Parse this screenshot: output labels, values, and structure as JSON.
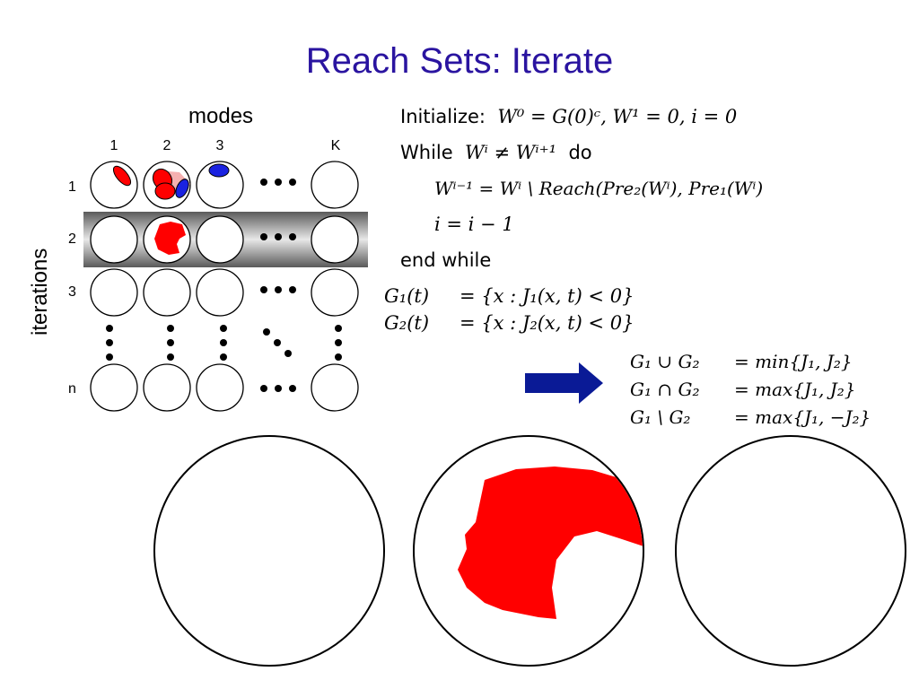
{
  "slide": {
    "title": "Reach Sets:  Iterate"
  },
  "grid": {
    "axis_modes": "modes",
    "axis_iterations": "iterations",
    "col_labels": [
      "1",
      "2",
      "3",
      "K"
    ],
    "row_labels": [
      "1",
      "2",
      "3",
      "n"
    ]
  },
  "algorithm": {
    "line1_word": "Initialize:",
    "line1_math": "W⁰ = G(0)ᶜ, W¹ = 0, i = 0",
    "line2_word_a": "While",
    "line2_math": "Wⁱ ≠ Wⁱ⁺¹",
    "line2_word_b": "do",
    "line3_math": "Wⁱ⁻¹ = Wⁱ \\ Reach(Pre₂(Wⁱ), Pre₁(Wⁱ)",
    "line4_math": "i = i − 1",
    "line5_word": "end while"
  },
  "definitions": {
    "g1_lhs": "G₁(t)",
    "g1_rhs": "= {x : J₁(x, t) < 0}",
    "g2_lhs": "G₂(t)",
    "g2_rhs": "= {x : J₂(x, t) < 0}"
  },
  "set_ops": {
    "union_lhs": "G₁ ∪ G₂",
    "union_rhs": "= min{J₁, J₂}",
    "intersection_lhs": "G₁ ∩ G₂",
    "intersection_rhs": "= max{J₁, J₂}",
    "difference_lhs": "G₁ \\ G₂",
    "difference_rhs": "= max{J₁, −J₂}"
  },
  "colors": {
    "title": "#2a14a0",
    "red_set": "#ff0000",
    "blue_set": "#1a22e0",
    "arrow": "#0a1a96",
    "band_dark": "#5a5a5a",
    "band_light": "#e8e8e8"
  }
}
